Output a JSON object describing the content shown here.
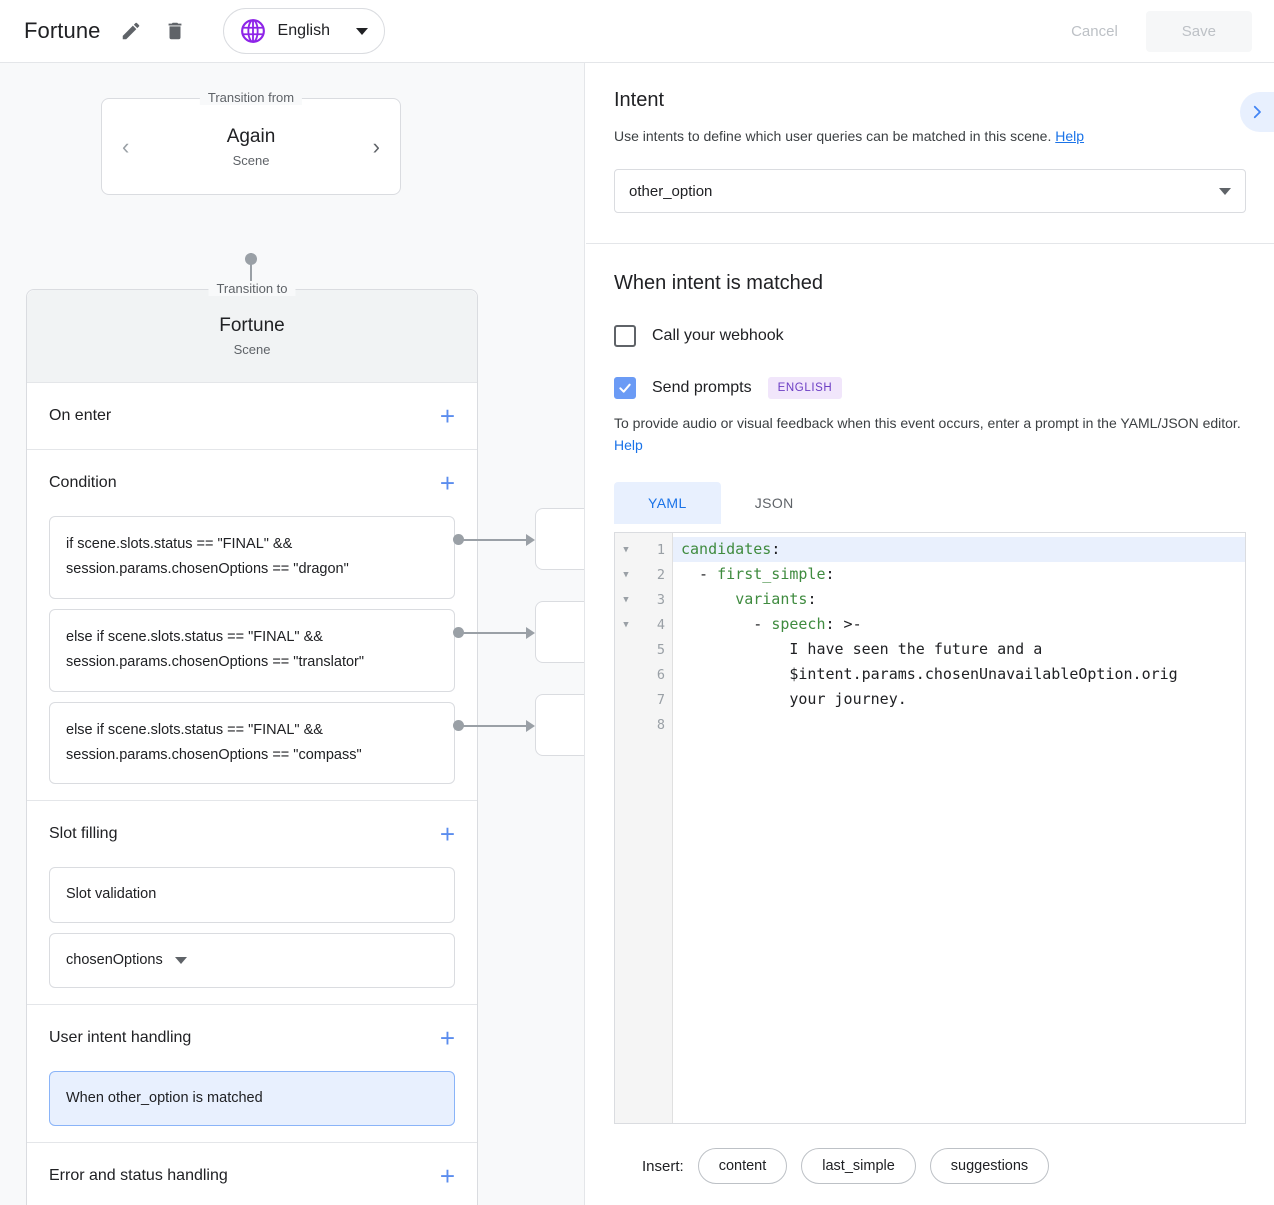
{
  "topbar": {
    "app_title": "Fortune",
    "edit_icon": "pencil-icon",
    "delete_icon": "trash-icon",
    "language": "English",
    "globe_icon": "globe-icon",
    "cancel_label": "Cancel",
    "save_label": "Save"
  },
  "left": {
    "transition_from": {
      "legend": "Transition from",
      "name": "Again",
      "subtitle": "Scene",
      "prev_icon": "chevron-left-icon",
      "next_icon": "chevron-right-icon"
    },
    "transition_to": {
      "legend": "Transition to",
      "name": "Fortune",
      "subtitle": "Scene"
    },
    "sections": [
      {
        "title": "On enter",
        "add_icon": "plus-icon"
      },
      {
        "title": "Condition",
        "add_icon": "plus-icon"
      },
      {
        "title": "Slot filling",
        "add_icon": "plus-icon"
      },
      {
        "title": "User intent handling",
        "add_icon": "plus-icon"
      },
      {
        "title": "Error and status handling",
        "add_icon": "plus-icon"
      }
    ],
    "conditions": [
      "if scene.slots.status == \"FINAL\" && session.params.chosenOptions == \"dragon\"",
      "else if scene.slots.status == \"FINAL\" && session.params.chosenOptions == \"translator\"",
      "else if scene.slots.status == \"FINAL\" && session.params.chosenOptions == \"compass\""
    ],
    "slot_filling": {
      "validation_label": "Slot validation",
      "slot_name": "chosenOptions"
    },
    "user_intent_handling": {
      "selected_item": "When other_option is matched"
    }
  },
  "right": {
    "intent": {
      "heading": "Intent",
      "description": "Use intents to define which user queries can be matched in this scene.",
      "help_label": "Help",
      "selected_value": "other_option",
      "expand_icon": "chevron-right-icon"
    },
    "matched": {
      "heading": "When intent is matched",
      "webhook_label": "Call your webhook",
      "webhook_checked": false,
      "prompts_label": "Send prompts",
      "prompts_checked": true,
      "language_badge": "ENGLISH",
      "hint": "To provide audio or visual feedback when this event occurs, enter a prompt in the YAML/JSON editor.",
      "hint_help_label": "Help"
    },
    "editor": {
      "tabs": [
        {
          "label": "YAML",
          "active": true
        },
        {
          "label": "JSON",
          "active": false
        }
      ],
      "line_numbers": [
        "1",
        "2",
        "3",
        "4",
        "5",
        "6",
        "7",
        "8"
      ],
      "fold_lines": [
        1,
        2,
        3,
        4
      ],
      "fold_glyph": "▼",
      "lines": [
        {
          "key": "candidates",
          "punct": ":",
          "indent": "",
          "highlight": true
        },
        {
          "key": "first_simple",
          "punct": ":",
          "indent": "  - ",
          "highlight": false
        },
        {
          "key": "variants",
          "punct": ":",
          "indent": "      ",
          "highlight": false
        },
        {
          "key": "speech",
          "punct": ": >-",
          "indent": "        - ",
          "highlight": false
        },
        {
          "key": "",
          "punct": "",
          "indent": "            I have seen the future and a",
          "highlight": false
        },
        {
          "key": "",
          "punct": "",
          "indent": "            $intent.params.chosenUnavailableOption.orig",
          "highlight": false
        },
        {
          "key": "",
          "punct": "",
          "indent": "            your journey.",
          "highlight": false
        },
        {
          "key": "",
          "punct": "",
          "indent": "",
          "highlight": false
        }
      ]
    },
    "insert": {
      "label": "Insert:",
      "chips": [
        "content",
        "last_simple",
        "suggestions"
      ]
    }
  },
  "colors": {
    "accent_blue": "#1a73e8",
    "selected_bg": "#e8f0fe",
    "purple": "#8e24e8",
    "yaml_key_green": "#3f8b3f"
  }
}
